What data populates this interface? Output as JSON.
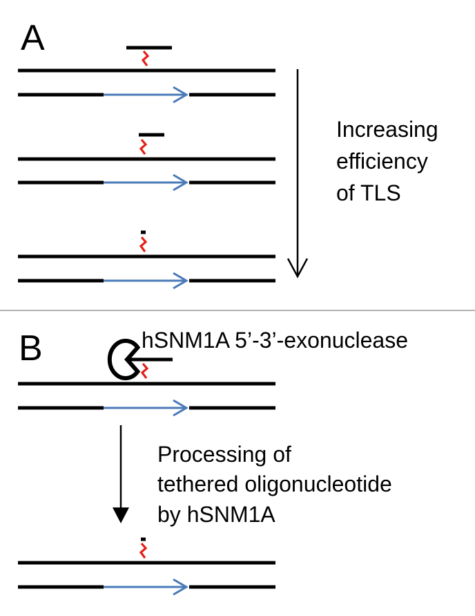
{
  "panel_a": {
    "letter": "A",
    "arrow_label": [
      "Increasing",
      "efficiency",
      "of TLS"
    ]
  },
  "panel_b": {
    "letter": "B",
    "enzyme_label": "hSNM1A 5’-3’-exonuclease",
    "arrow_label": [
      "Processing of",
      "tethered oligonucleotide",
      "by hSNM1A"
    ]
  },
  "colors": {
    "strand": "#000000",
    "nascent_strand": "#4a7ab8",
    "lesion": "#e32119",
    "divider": "#999999"
  },
  "icons": {
    "lesion": "lightning-bolt-icon",
    "exonuclease": "pacman-icon"
  }
}
